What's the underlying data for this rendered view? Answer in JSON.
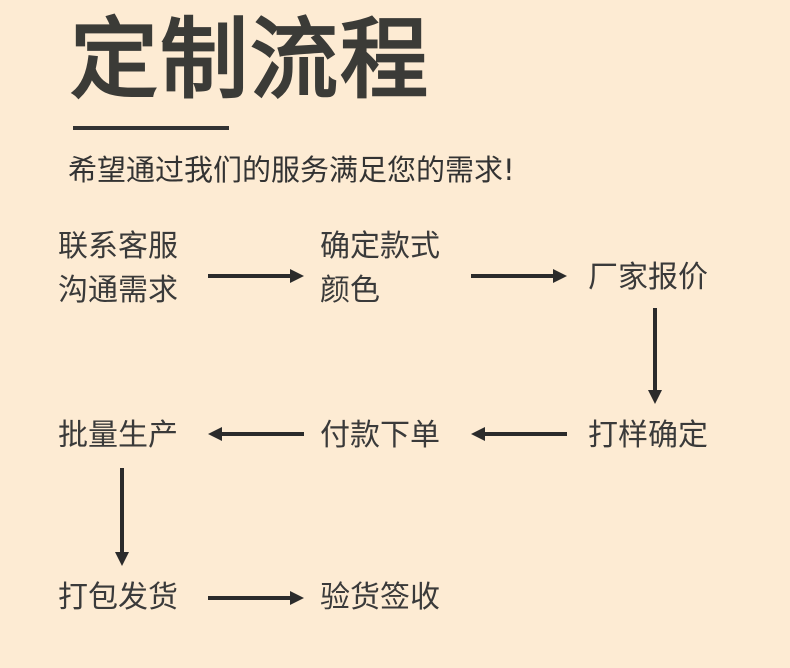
{
  "header": {
    "title": "定制流程",
    "subtitle": "希望通过我们的服务满足您的需求!"
  },
  "flow": {
    "step1": {
      "line1": "联系客服",
      "line2": "沟通需求"
    },
    "step2": {
      "line1": "确定款式",
      "line2": "颜色"
    },
    "step3": {
      "label": "厂家报价"
    },
    "step4": {
      "label": "打样确定"
    },
    "step5": {
      "label": "付款下单"
    },
    "step6": {
      "label": "批量生产"
    },
    "step7": {
      "label": "打包发货"
    },
    "step8": {
      "label": "验货签收"
    }
  },
  "colors": {
    "background": "#fdebd3",
    "title": "#3b3b37",
    "text": "#333333",
    "arrow": "#2b2b2b"
  }
}
